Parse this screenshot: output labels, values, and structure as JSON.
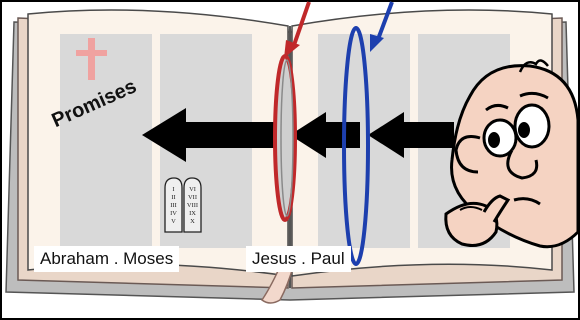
{
  "labels": {
    "promises": "Promises",
    "left_page": "Abraham . Moses",
    "right_page": "Jesus . Paul"
  },
  "tablet_numerals": {
    "left": [
      "I",
      "II",
      "III",
      "IV",
      "V"
    ],
    "right": [
      "VI",
      "VII",
      "VIII",
      "IX",
      "X"
    ]
  },
  "colors": {
    "page_cream": "#fbf3ea",
    "page_shade": "#d9d9d9",
    "book_edge": "#cba9a0",
    "cross": "#f0a2a0",
    "red_lens": "#c0282a",
    "blue_lens": "#1d3fae",
    "arrow": "#000000",
    "skin": "#f5d3c2"
  }
}
